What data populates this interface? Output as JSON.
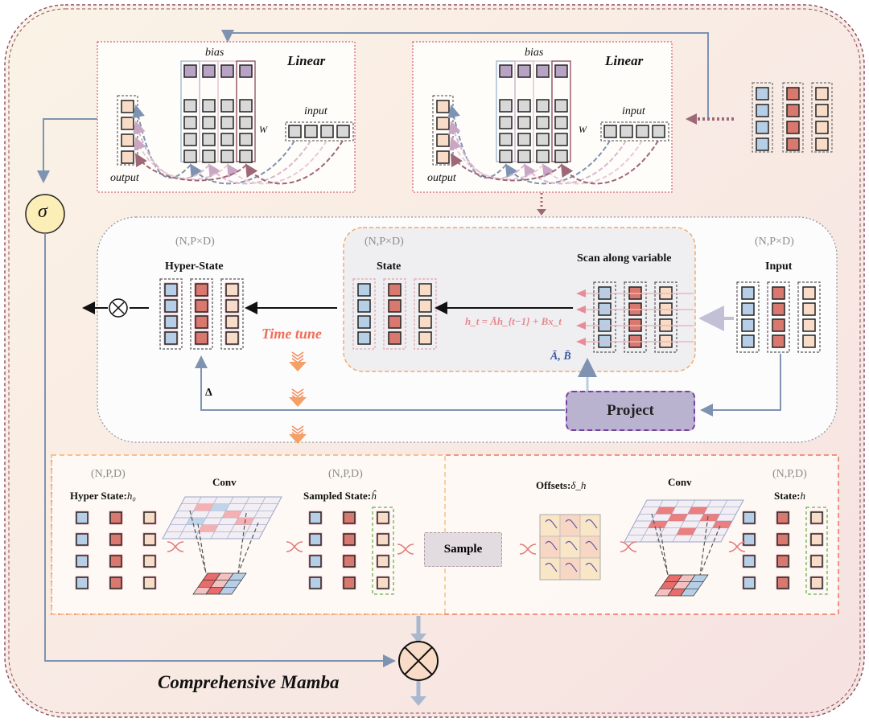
{
  "title": "Comprehensive Mamba",
  "linear_left": {
    "heading": "Linear",
    "bias": "bias",
    "input": "input",
    "output": "output",
    "weight": "W"
  },
  "linear_right": {
    "heading": "Linear",
    "bias": "bias",
    "input": "input",
    "output": "output",
    "weight": "W"
  },
  "sigma": "σ",
  "hyper_state": {
    "dims": "(N,P×D)",
    "label": "Hyper-State"
  },
  "state": {
    "dims": "(N,P×D)",
    "label": "State"
  },
  "scan": {
    "label": "Scan along variable"
  },
  "input_block": {
    "dims": "(N,P×D)",
    "label": "Input"
  },
  "formula": "h_t = Āh_{t−1} + Bx_t",
  "ab": "Ā, B̄",
  "time_tune": "Time tune",
  "project": "Project",
  "delta_symbol": "Δ",
  "bottom": {
    "hyper_state": {
      "dims": "(N,P,D)",
      "label": "Hyper State:",
      "sym": "h₀"
    },
    "conv_left": "Conv",
    "sampled_state": {
      "dims": "(N,P,D)",
      "label": "Sampled State:",
      "sym": "ĥ"
    },
    "sample": "Sample",
    "offsets": {
      "label": "Offsets:",
      "sym": "δ_h"
    },
    "conv_right": "Conv",
    "state": {
      "dims": "(N,P,D)",
      "label": "State:",
      "sym": "h"
    }
  },
  "colors": {
    "blue": "#b7cfe6",
    "red": "#d9786e",
    "peach": "#f8dcc7",
    "lavender": "#b8a3c4",
    "grey": "#d8d8d8",
    "project": "#b9b3cf"
  }
}
